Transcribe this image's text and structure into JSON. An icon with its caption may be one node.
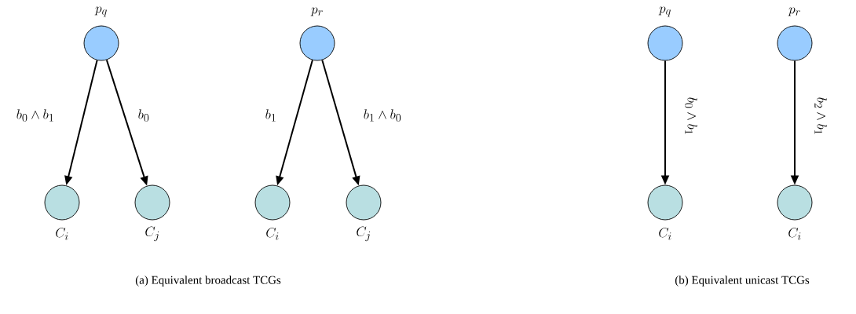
{
  "diagram": {
    "nodes": [
      {
        "text": [
          "p_q"
        ]
      },
      {
        "text": [
          "C_i"
        ]
      },
      {
        "text": [
          "C_j"
        ]
      },
      {
        "text": [
          "p_r"
        ]
      },
      {
        "text": [
          "C_i"
        ]
      },
      {
        "text": [
          "C_j"
        ]
      },
      {
        "text": [
          "p_q"
        ]
      },
      {
        "text": [
          "C_i"
        ]
      },
      {
        "text": [
          "p_r"
        ]
      },
      {
        "text": [
          "C_i"
        ]
      }
    ],
    "edges": [
      {
        "from": 0,
        "to": 1,
        "arrow": "to",
        "label": "b_0 \\wedge b_1"
      },
      {
        "from": 0,
        "to": 2,
        "arrow": "to",
        "label": "b_0"
      },
      {
        "from": 3,
        "to": 4,
        "arrow": "to",
        "label": "b_1"
      },
      {
        "from": 3,
        "to": 5,
        "arrow": "to",
        "label": "b_1 \\wedge b_0"
      },
      {
        "from": 6,
        "to": 7,
        "arrow": "to",
        "label": "b_0 \\wedge b_1"
      },
      {
        "from": 8,
        "to": 9,
        "arrow": "to",
        "label": "b_2 \\wedge b_1"
      }
    ],
    "labels": [
      "(a) Equivalent broadcast TCGs",
      "(b) Equivalent unicast TCGs"
    ]
  }
}
